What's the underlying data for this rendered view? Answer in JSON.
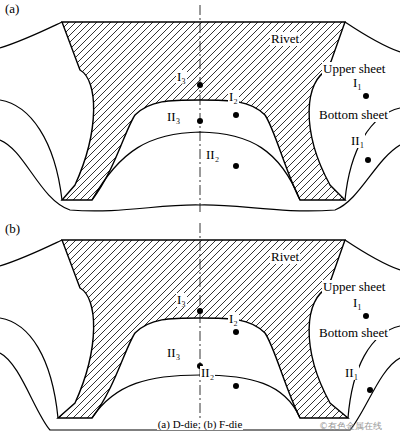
{
  "diagram": {
    "caption": "(a) D-die; (b) F-die",
    "labels": [
      "(a)",
      "Rivet",
      "Upper sheet",
      "Bottom sheet",
      "I₃",
      "I₂",
      "I₁",
      "II₃",
      "II₂",
      "II₁",
      "(b)",
      "Rivet",
      "Upper sheet",
      "Bottom sheet",
      "I₃",
      "I₂",
      "I₁",
      "II₃",
      "II₂",
      "II₁",
      "©有色金属在线"
    ]
  }
}
